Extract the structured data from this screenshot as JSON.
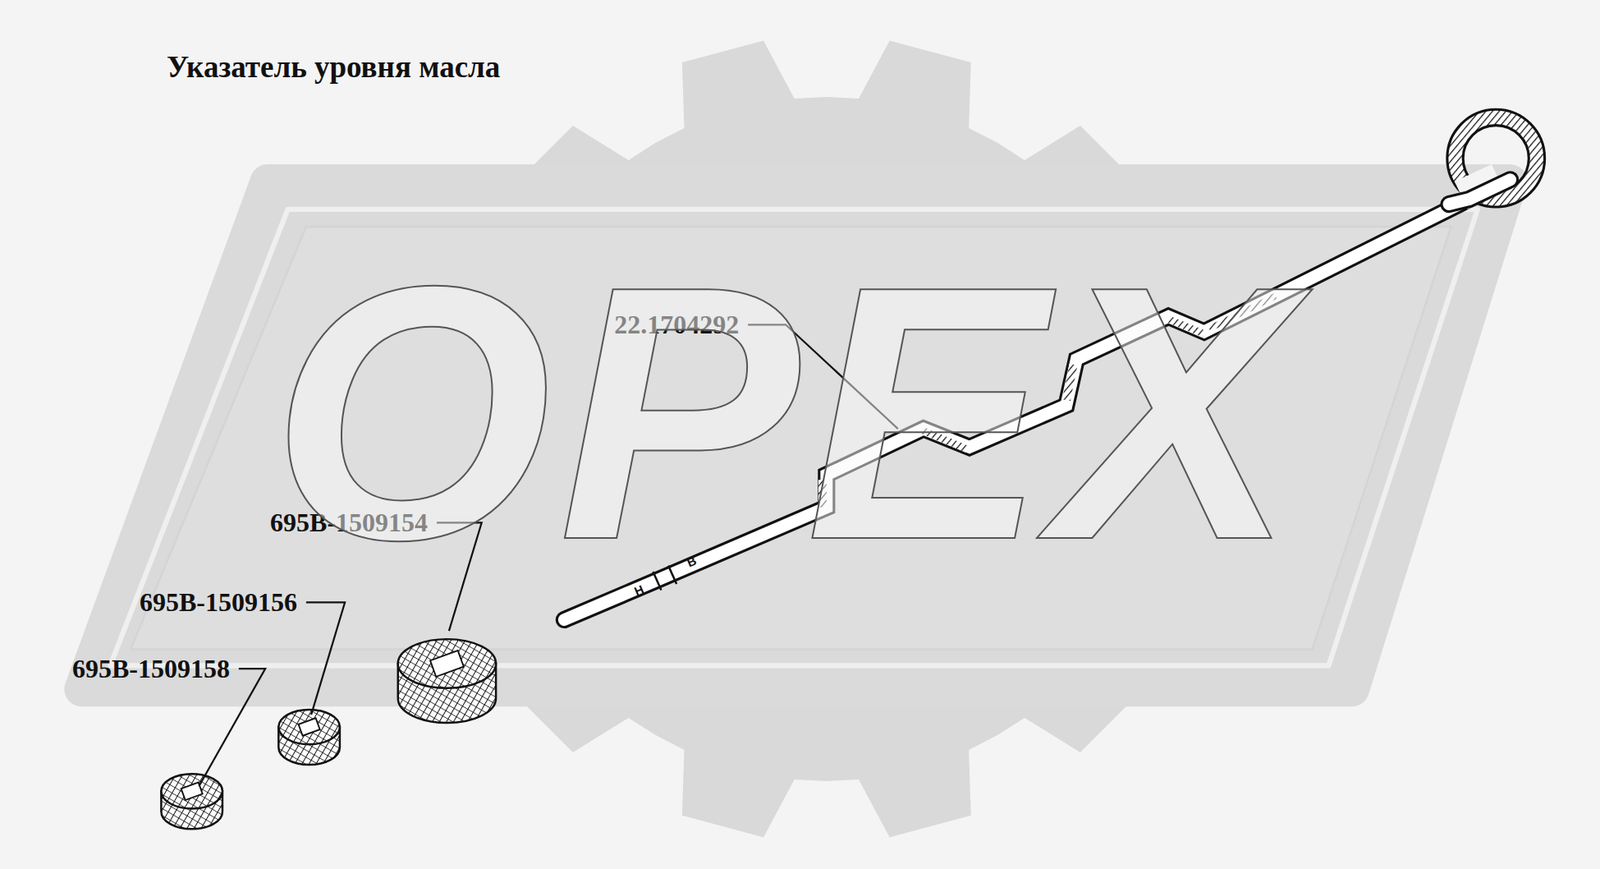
{
  "diagram": {
    "title": "Указатель уровня масла",
    "labels": [
      "22.1704292",
      "695В-1509154",
      "695В-1509156",
      "695В-1509158",
      "ОРЕХ",
      "Н",
      "В"
    ]
  }
}
